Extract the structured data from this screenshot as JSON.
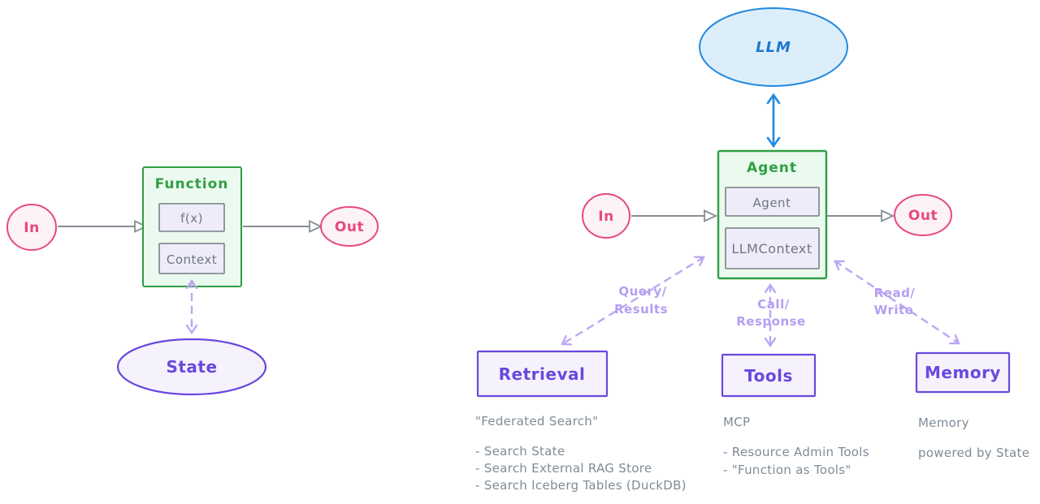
{
  "colors": {
    "pink": "#e64980",
    "pink_fill": "#fdf2f6",
    "green": "#2f9e44",
    "green_fill": "#ebfaee",
    "gray": "#868e96",
    "inner_fill": "#efecfa",
    "inner_text": "#6f7782",
    "purple": "#6a48dd",
    "purple_fill": "#f5f2fd",
    "light_purple": "#bba7f4",
    "lp_text": "#b49ef2",
    "blue": "#2289e0",
    "blue_fill": "#ddeefb",
    "blue_text": "#1d78cf",
    "note_text": "#7f8b98"
  },
  "function_diagram": {
    "in_label": "In",
    "out_label": "Out",
    "title": "Function",
    "fx_label": "f(x)",
    "context_label": "Context",
    "state_label": "State"
  },
  "agent_diagram": {
    "llm_label": "LLM",
    "in_label": "In",
    "out_label": "Out",
    "title": "Agent",
    "agent_inner_label": "Agent",
    "llmcontext_label": "LLMContext",
    "retrieval_label": "Retrieval",
    "tools_label": "Tools",
    "memory_label": "Memory",
    "edge_labels": {
      "query": [
        "Query/",
        "Results"
      ],
      "call": [
        "Call/",
        "Response"
      ],
      "read": [
        "Read/",
        "Write"
      ]
    },
    "notes": {
      "retrieval_heading": "\"Federated Search\"",
      "retrieval_items": [
        "- Search State",
        "- Search External RAG Store",
        "- Search Iceberg Tables (DuckDB)"
      ],
      "tools_heading": "MCP",
      "tools_items": [
        "- Resource Admin Tools",
        "- \"Function as Tools\""
      ],
      "memory_heading": "Memory",
      "memory_items": [
        "powered by State"
      ]
    }
  }
}
